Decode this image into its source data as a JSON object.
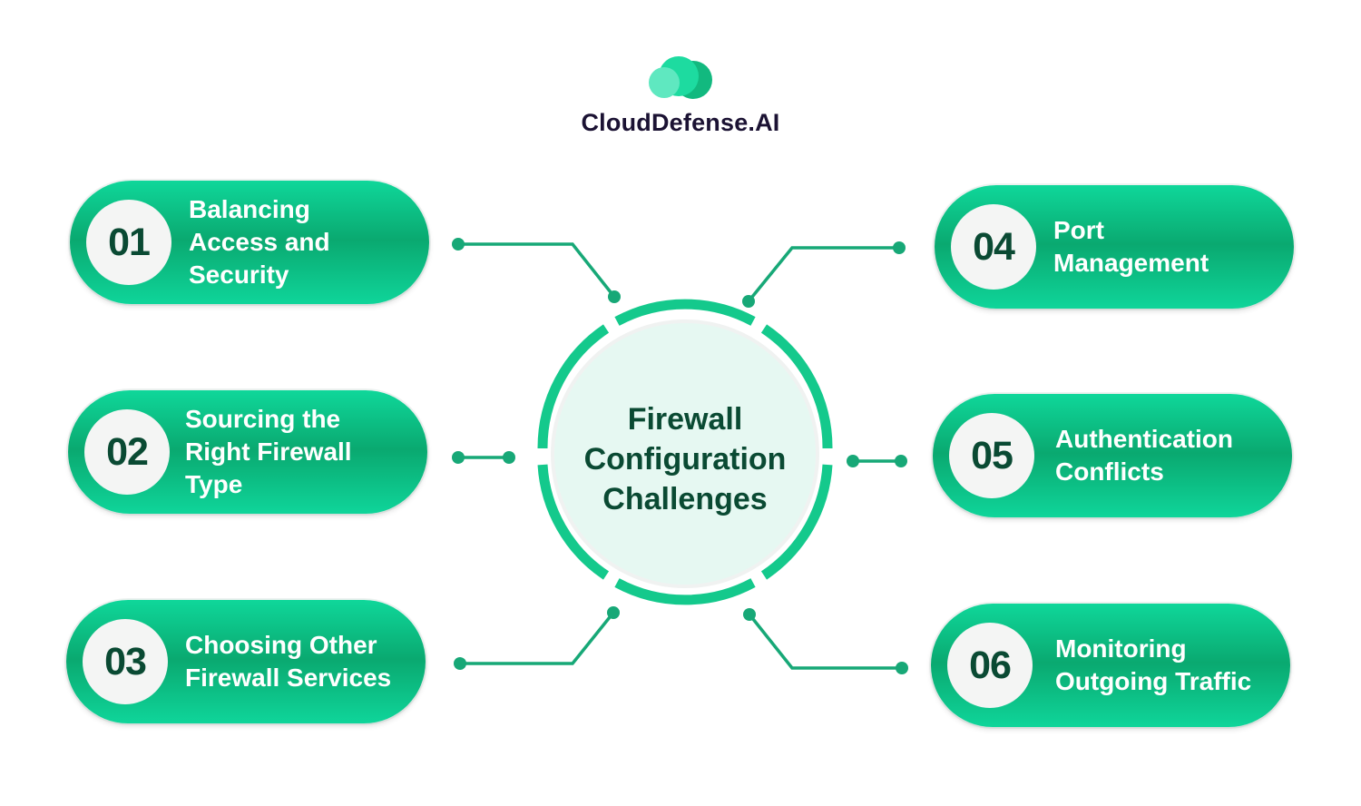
{
  "brand": {
    "name": "CloudDefense.AI",
    "icon": "cloud-logo-icon",
    "colors": {
      "light": "#5fe8c0",
      "mid": "#1ddba0",
      "dark": "#12b97f"
    }
  },
  "center": {
    "title_lines": [
      "Firewall",
      "Configuration",
      "Challenges"
    ],
    "fill": "#e6f8f2",
    "ring_color": "#14c98c"
  },
  "accent_color": "#17a877",
  "items": [
    {
      "number": "01",
      "lines": [
        "Balancing",
        "Access and",
        "Security"
      ]
    },
    {
      "number": "02",
      "lines": [
        "Sourcing the",
        "Right Firewall",
        "Type"
      ]
    },
    {
      "number": "03",
      "lines": [
        "Choosing Other",
        "Firewall Services"
      ]
    },
    {
      "number": "04",
      "lines": [
        "Port",
        "Management"
      ]
    },
    {
      "number": "05",
      "lines": [
        "Authentication",
        "Conflicts"
      ]
    },
    {
      "number": "06",
      "lines": [
        "Monitoring",
        "Outgoing Traffic"
      ]
    }
  ]
}
